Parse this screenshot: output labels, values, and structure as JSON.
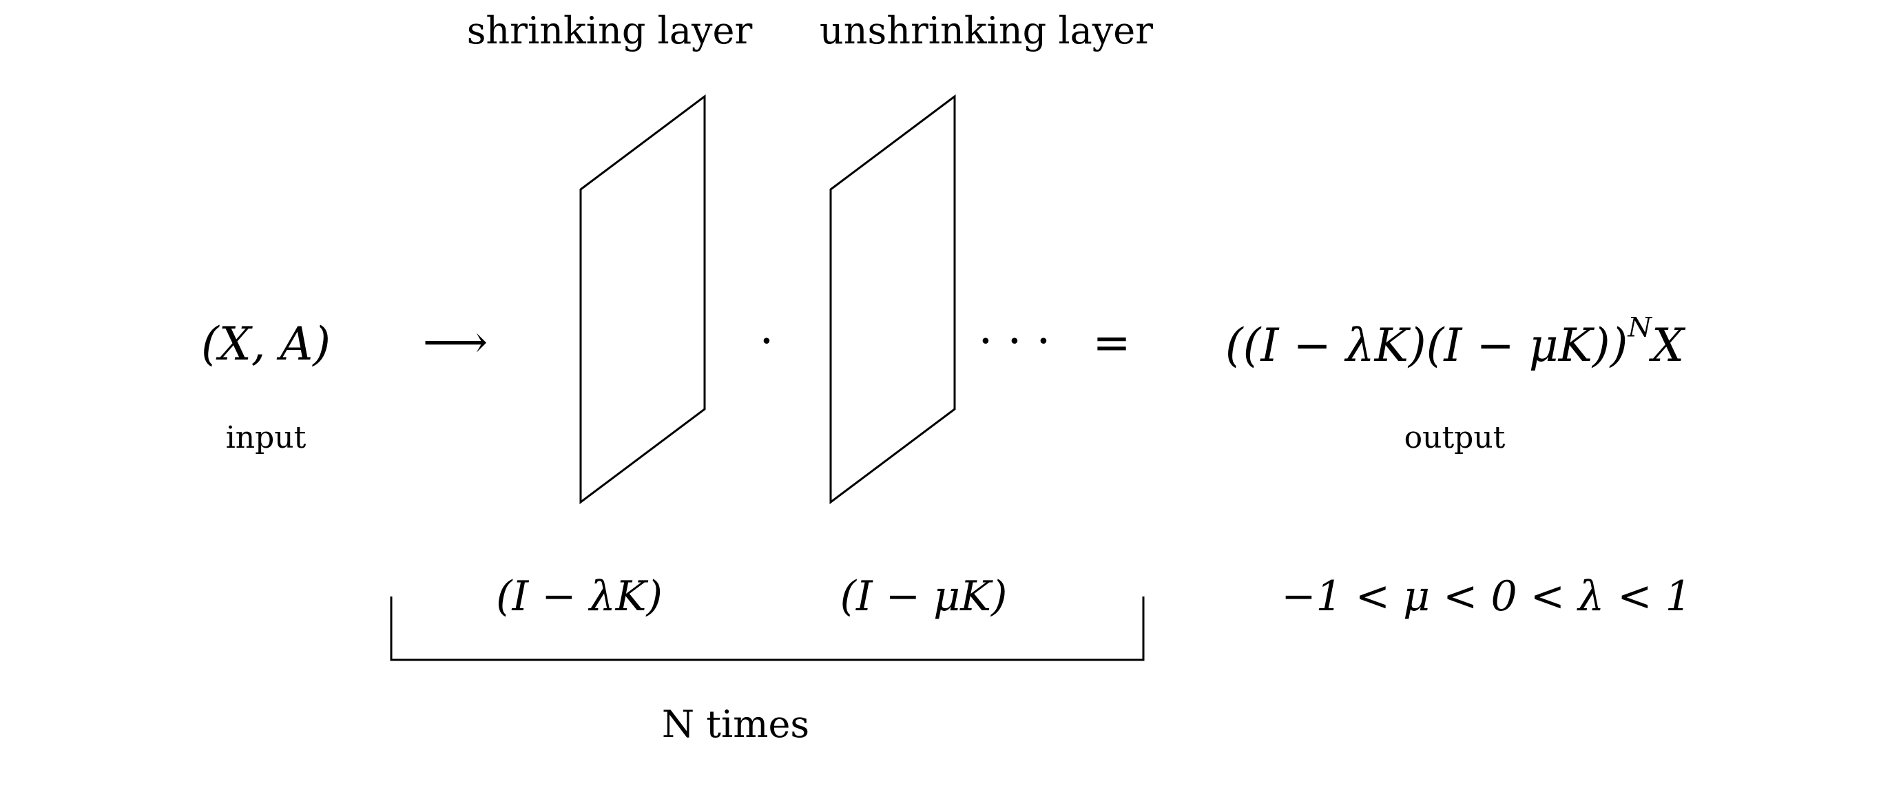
{
  "layers": {
    "shrinking_label": "shrinking layer",
    "unshrinking_label": "unshrinking layer",
    "shrinking_operator": "(I − λK)",
    "unshrinking_operator": "(I − μK)"
  },
  "input": {
    "expression": "(X, A)",
    "caption": "input"
  },
  "output": {
    "expression_base": "((I − λK)(I − μK))",
    "expression_exponent": "N",
    "expression_tail": "X",
    "caption": "output",
    "constraint": "−1 < μ < 0 < λ < 1"
  },
  "symbols": {
    "arrow": "⟶",
    "dot": "·",
    "ellipsis": "· · ·",
    "equals": "="
  },
  "repeat": {
    "caption": "N times"
  }
}
